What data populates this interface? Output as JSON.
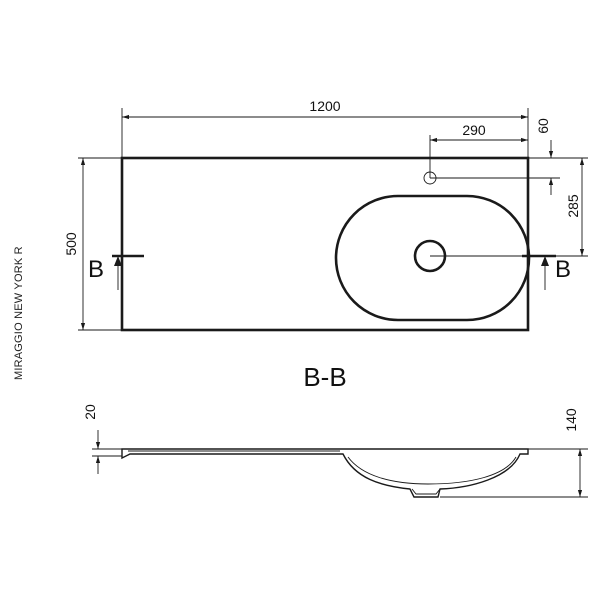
{
  "model_name": "MIRAGGIO NEW YORK R",
  "section_title": "B-B",
  "section_marker_left": "B",
  "section_marker_right": "B",
  "dimensions": {
    "total_width": "1200",
    "total_depth": "500",
    "tap_hole_from_right": "290",
    "tap_hole_from_back": "60",
    "drain_from_back": "285",
    "slab_thickness": "20",
    "basin_height": "140"
  },
  "colors": {
    "line": "#1a1a1a",
    "background": "#ffffff"
  }
}
